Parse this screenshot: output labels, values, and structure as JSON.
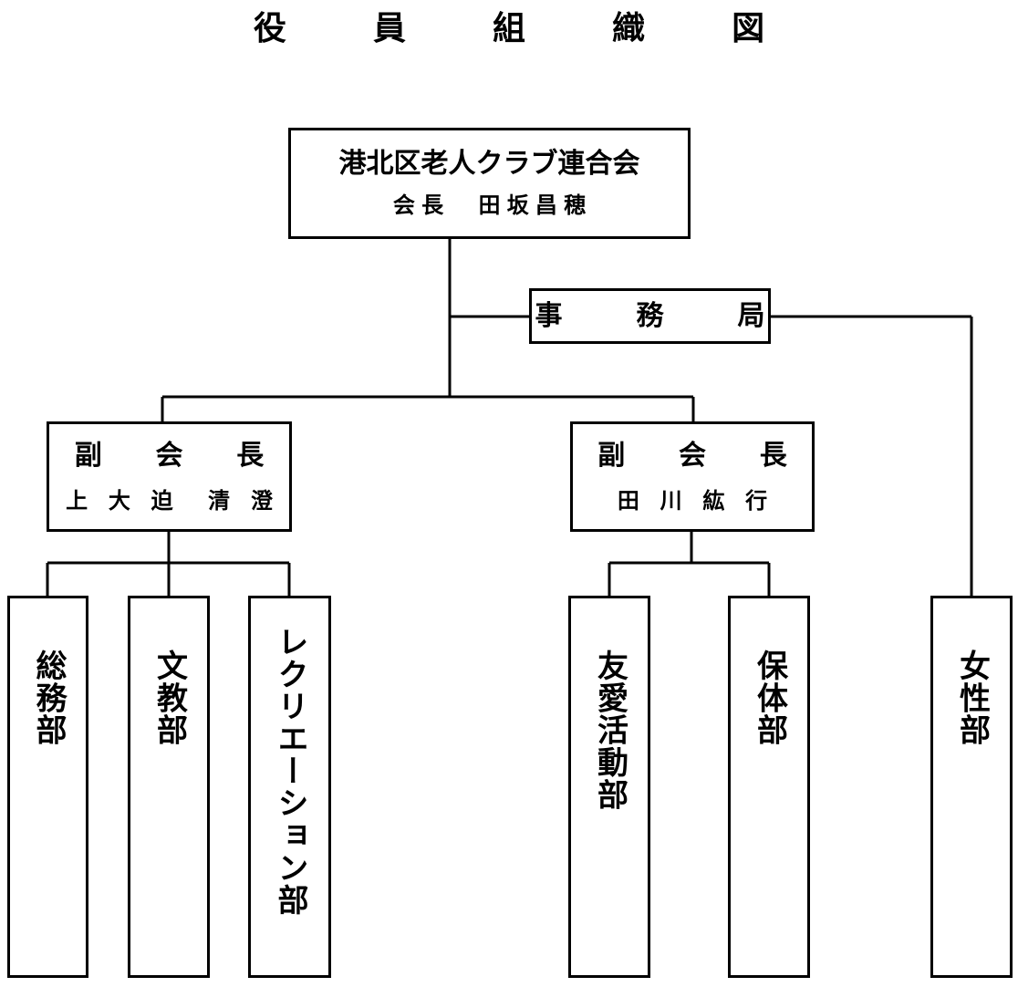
{
  "title": "役　員　組　織　図",
  "colors": {
    "line": "#000000",
    "text": "#000000",
    "background": "#ffffff"
  },
  "nodes": {
    "root": {
      "title": "港北区老人クラブ連合会",
      "role_and_name": "会長　田坂昌穂"
    },
    "bureau": {
      "title": "事　務　局"
    },
    "vice_president_left": {
      "title": "副　会　長",
      "name": "上 大 迫　清 澄"
    },
    "vice_president_right": {
      "title": "副　会　長",
      "name": "田 川 紘 行"
    }
  },
  "departments": {
    "left_group": [
      {
        "label": "総務部"
      },
      {
        "label": "文教部"
      },
      {
        "label": "レクリエーション部"
      }
    ],
    "right_group": [
      {
        "label": "友愛活動部"
      },
      {
        "label": "保体部"
      }
    ],
    "bureau_group": [
      {
        "label": "女性部"
      }
    ]
  }
}
